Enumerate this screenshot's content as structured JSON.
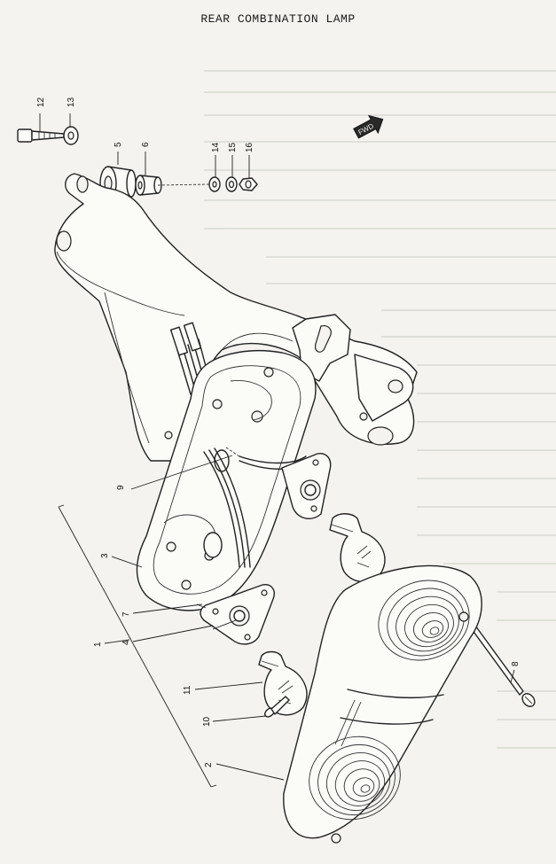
{
  "title": "REAR COMBINATION LAMP",
  "callouts": [
    {
      "id": "c1",
      "text": "1"
    },
    {
      "id": "c2",
      "text": "2"
    },
    {
      "id": "c3",
      "text": "3"
    },
    {
      "id": "c4",
      "text": "4"
    },
    {
      "id": "c5",
      "text": "5"
    },
    {
      "id": "c6",
      "text": "6"
    },
    {
      "id": "c7",
      "text": "7"
    },
    {
      "id": "c8",
      "text": "8"
    },
    {
      "id": "c9",
      "text": "9"
    },
    {
      "id": "c10",
      "text": "10"
    },
    {
      "id": "c11",
      "text": "11"
    },
    {
      "id": "c12",
      "text": "12"
    },
    {
      "id": "c13",
      "text": "13"
    },
    {
      "id": "c14",
      "text": "14"
    },
    {
      "id": "c15",
      "text": "15"
    },
    {
      "id": "c16",
      "text": "16"
    }
  ],
  "direction_marker": "FWD"
}
